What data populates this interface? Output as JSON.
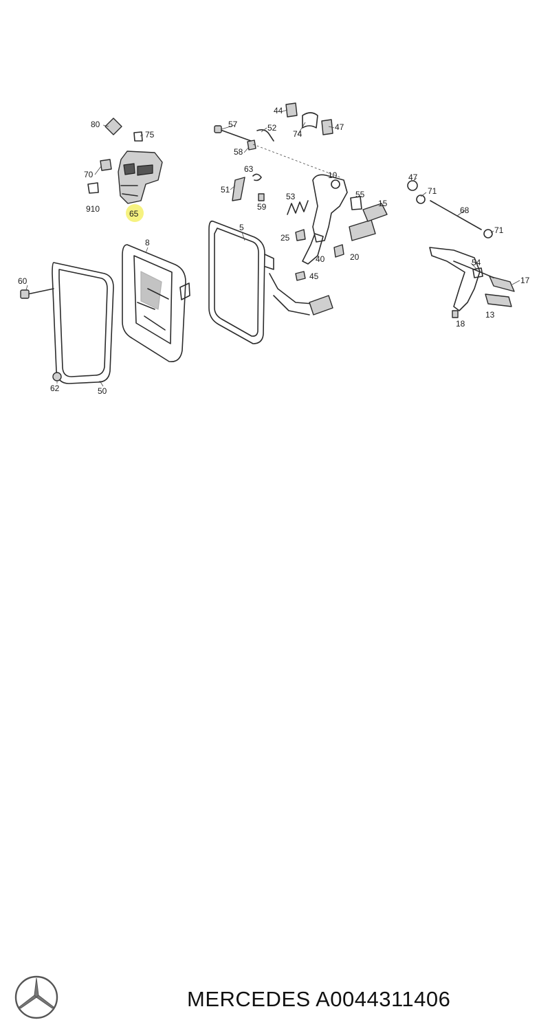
{
  "caption": {
    "brand": "MERCEDES",
    "part_number": "A0044311406"
  },
  "logo": {
    "icon": "mercedes-star-icon"
  },
  "callouts": [
    "80",
    "75",
    "70",
    "910",
    "65",
    "57",
    "52",
    "58",
    "44",
    "74",
    "47",
    "63",
    "51",
    "59",
    "53",
    "10",
    "55",
    "15",
    "47",
    "71",
    "68",
    "71",
    "25",
    "40",
    "20",
    "45",
    "54",
    "17",
    "18",
    "13",
    "5",
    "8",
    "60",
    "62",
    "50"
  ],
  "highlighted_callout": "65",
  "colors": {
    "highlight": "#f5f06a",
    "line": "#2b2b2b",
    "text": "#1a1a1a"
  }
}
